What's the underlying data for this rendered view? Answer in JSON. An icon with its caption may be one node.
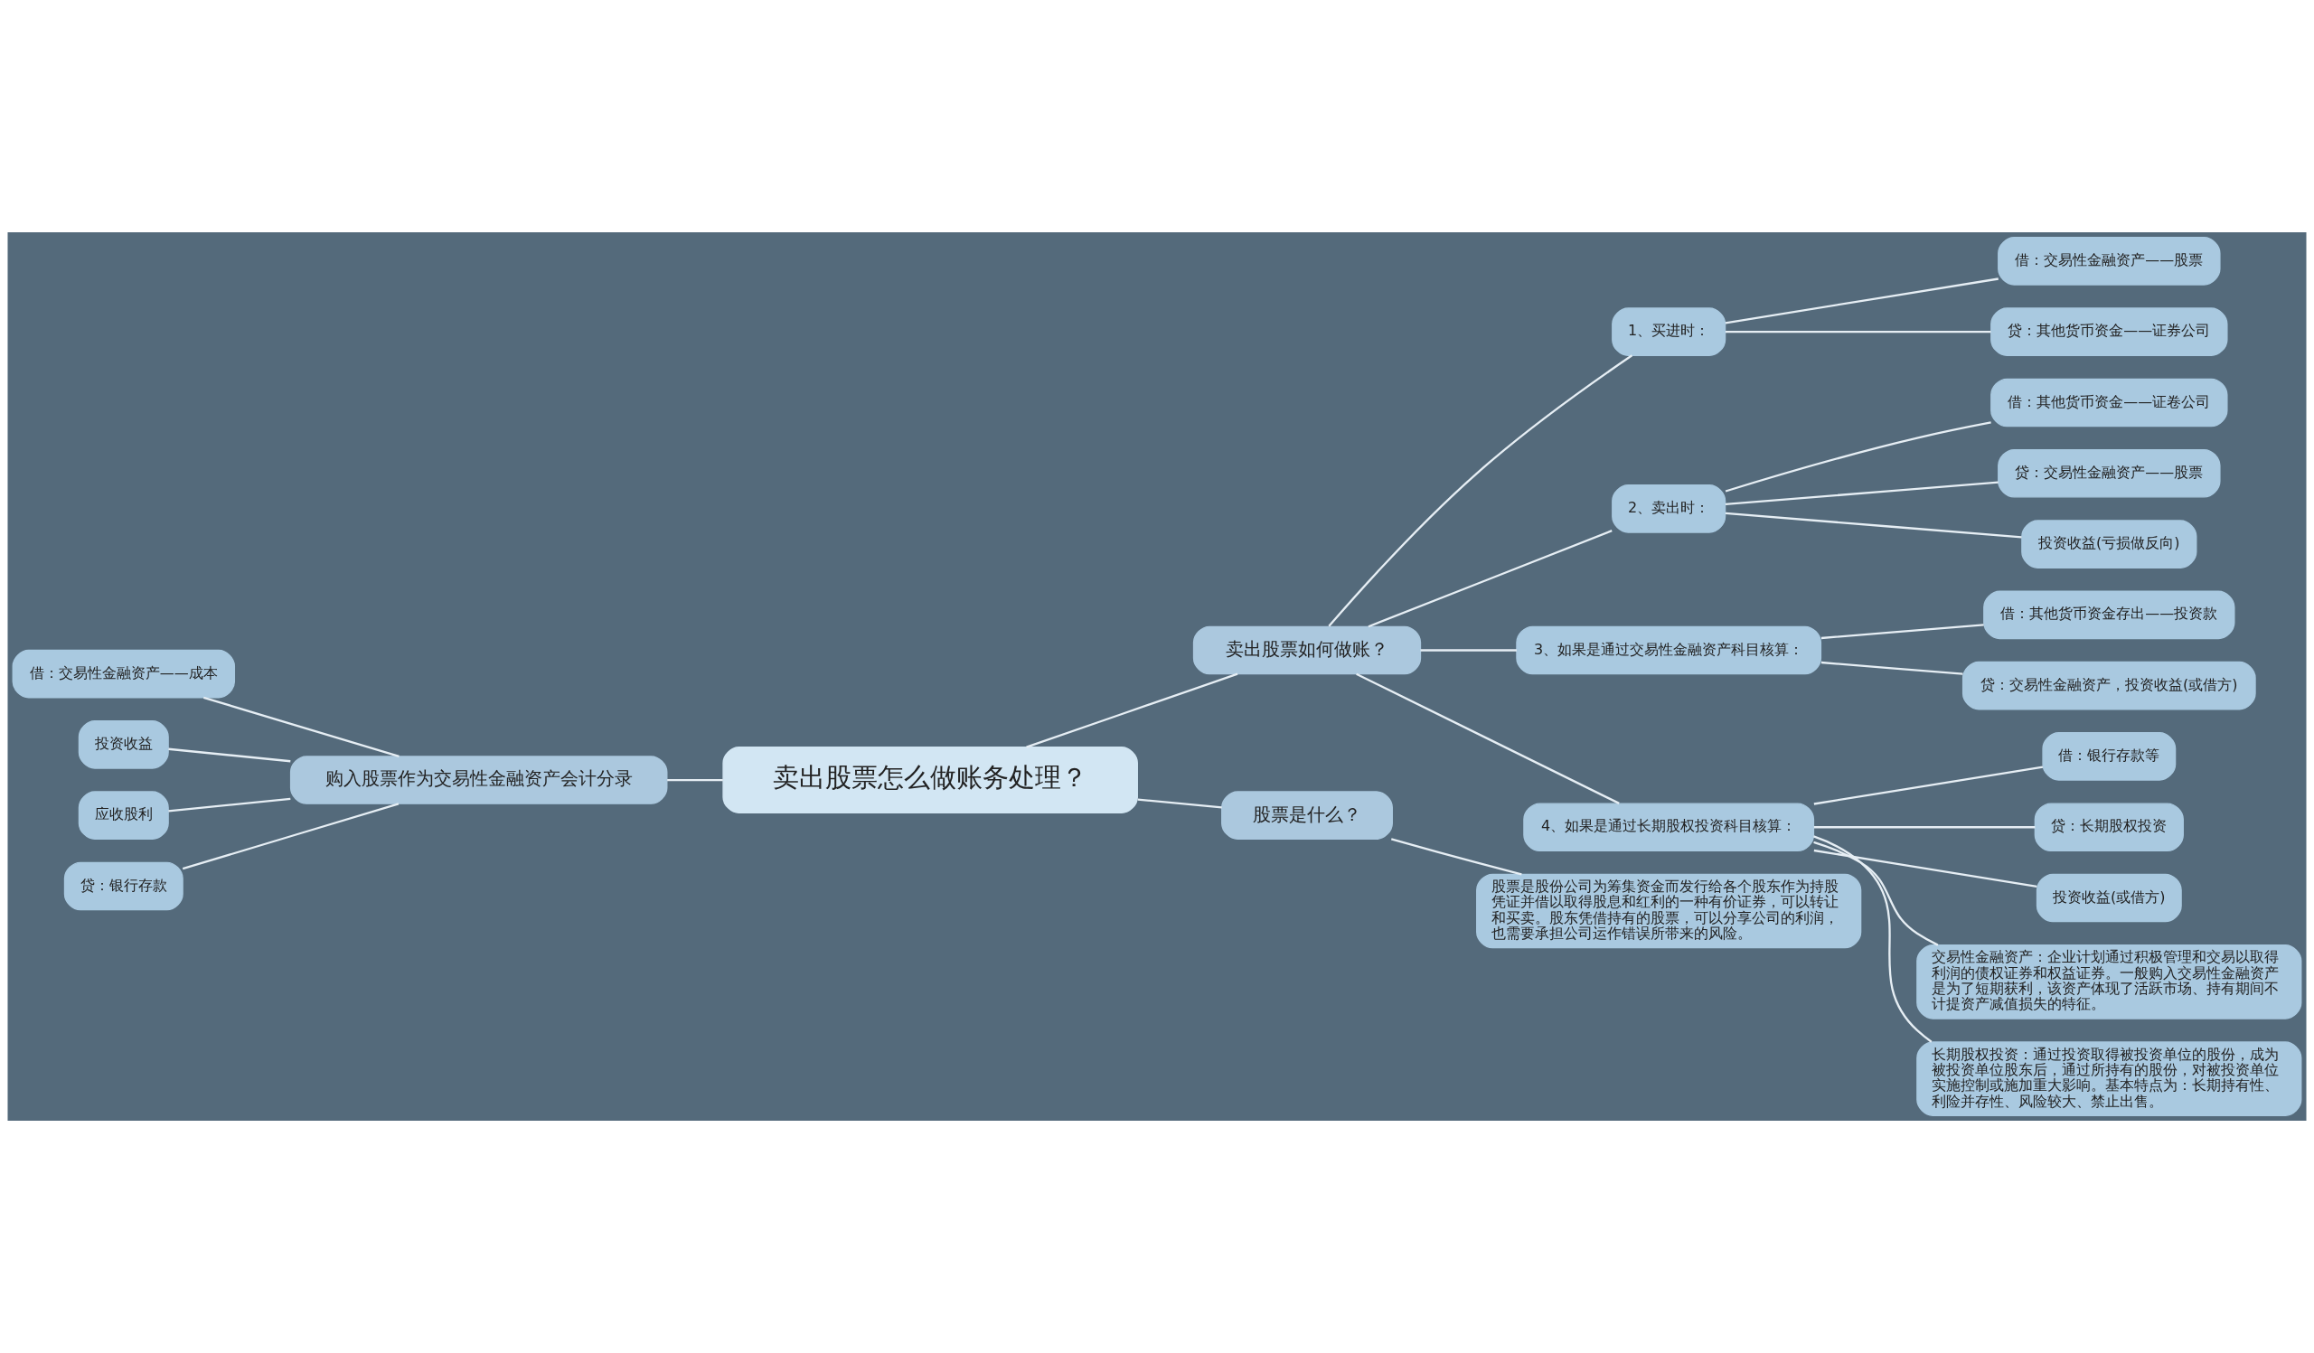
{
  "diagram": {
    "nodes": [
      {
        "text": [
          "卖出股票怎么做账务处理？"
        ]
      },
      {
        "text": [
          "卖出股票如何做账？"
        ]
      },
      {
        "text": [
          "1、买进时："
        ]
      },
      {
        "text": [
          "借：交易性金融资产——股票"
        ]
      },
      {
        "text": [
          "贷：其他货币资金——证券公司"
        ]
      },
      {
        "text": [
          "2、卖出时："
        ]
      },
      {
        "text": [
          "借：其他货币资金——证卷公司"
        ]
      },
      {
        "text": [
          "贷：交易性金融资产——股票"
        ]
      },
      {
        "text": [
          "投资收益(亏损做反向)"
        ]
      },
      {
        "text": [
          "3、如果是通过交易性金融资产科目核算："
        ]
      },
      {
        "text": [
          "借：其他货币资金存出——投资款"
        ]
      },
      {
        "text": [
          "贷：交易性金融资产，投资收益(或借方)"
        ]
      },
      {
        "text": [
          "4、如果是通过长期股权投资科目核算："
        ]
      },
      {
        "text": [
          "借：银行存款等"
        ]
      },
      {
        "text": [
          "贷：长期股权投资"
        ]
      },
      {
        "text": [
          "投资收益(或借方)"
        ]
      },
      {
        "text": [
          "交易性金融资产：企业计划通过积极管理和交易以取得利润的债权证券和权益证券。一般购入交易性金融资产是为了短期获利，该资产体现了活跃市场、持有期间不计提资产减值损失的特征。"
        ]
      },
      {
        "text": [
          "长期股权投资：通过投资取得被投资单位的股份，成为被投资单位股东后，通过所持有的股份，对被投资单位实施控制或施加重大影响。基本特点为：长期持有性、利险并存性、风险较大、禁止出售。"
        ]
      },
      {
        "text": [
          "股票是什么？"
        ]
      },
      {
        "text": [
          "股票是股份公司为筹集资金而发行给各个股东作为持股凭证并借以取得股息和红利的一种有价证券，可以转让和买卖。股东凭借持有的股票，可以分享公司的利润，也需要承担公司运作错误所带来的风险。"
        ]
      },
      {
        "text": [
          "购入股票作为交易性金融资产会计分录"
        ]
      },
      {
        "text": [
          "借：交易性金融资产——成本"
        ]
      },
      {
        "text": [
          "投资收益"
        ]
      },
      {
        "text": [
          "应收股利"
        ]
      },
      {
        "text": [
          "贷：银行存款"
        ]
      }
    ],
    "edges": [
      {
        "from": 0,
        "to": 1,
        "arrow": "none"
      },
      {
        "from": 1,
        "to": 2,
        "arrow": "none"
      },
      {
        "from": 2,
        "to": 3,
        "arrow": "none"
      },
      {
        "from": 2,
        "to": 4,
        "arrow": "none"
      },
      {
        "from": 1,
        "to": 5,
        "arrow": "none"
      },
      {
        "from": 5,
        "to": 6,
        "arrow": "none"
      },
      {
        "from": 5,
        "to": 7,
        "arrow": "none"
      },
      {
        "from": 5,
        "to": 8,
        "arrow": "none"
      },
      {
        "from": 1,
        "to": 9,
        "arrow": "none"
      },
      {
        "from": 9,
        "to": 10,
        "arrow": "none"
      },
      {
        "from": 9,
        "to": 11,
        "arrow": "none"
      },
      {
        "from": 1,
        "to": 12,
        "arrow": "none"
      },
      {
        "from": 12,
        "to": 13,
        "arrow": "none"
      },
      {
        "from": 12,
        "to": 14,
        "arrow": "none"
      },
      {
        "from": 12,
        "to": 15,
        "arrow": "none"
      },
      {
        "from": 12,
        "to": 16,
        "arrow": "none"
      },
      {
        "from": 12,
        "to": 17,
        "arrow": "none"
      },
      {
        "from": 0,
        "to": 18,
        "arrow": "none"
      },
      {
        "from": 18,
        "to": 19,
        "arrow": "none"
      },
      {
        "from": 0,
        "to": 20,
        "arrow": "none"
      },
      {
        "from": 20,
        "to": 21,
        "arrow": "none"
      },
      {
        "from": 20,
        "to": 22,
        "arrow": "none"
      },
      {
        "from": 20,
        "to": 23,
        "arrow": "none"
      },
      {
        "from": 20,
        "to": 24,
        "arrow": "none"
      }
    ]
  }
}
